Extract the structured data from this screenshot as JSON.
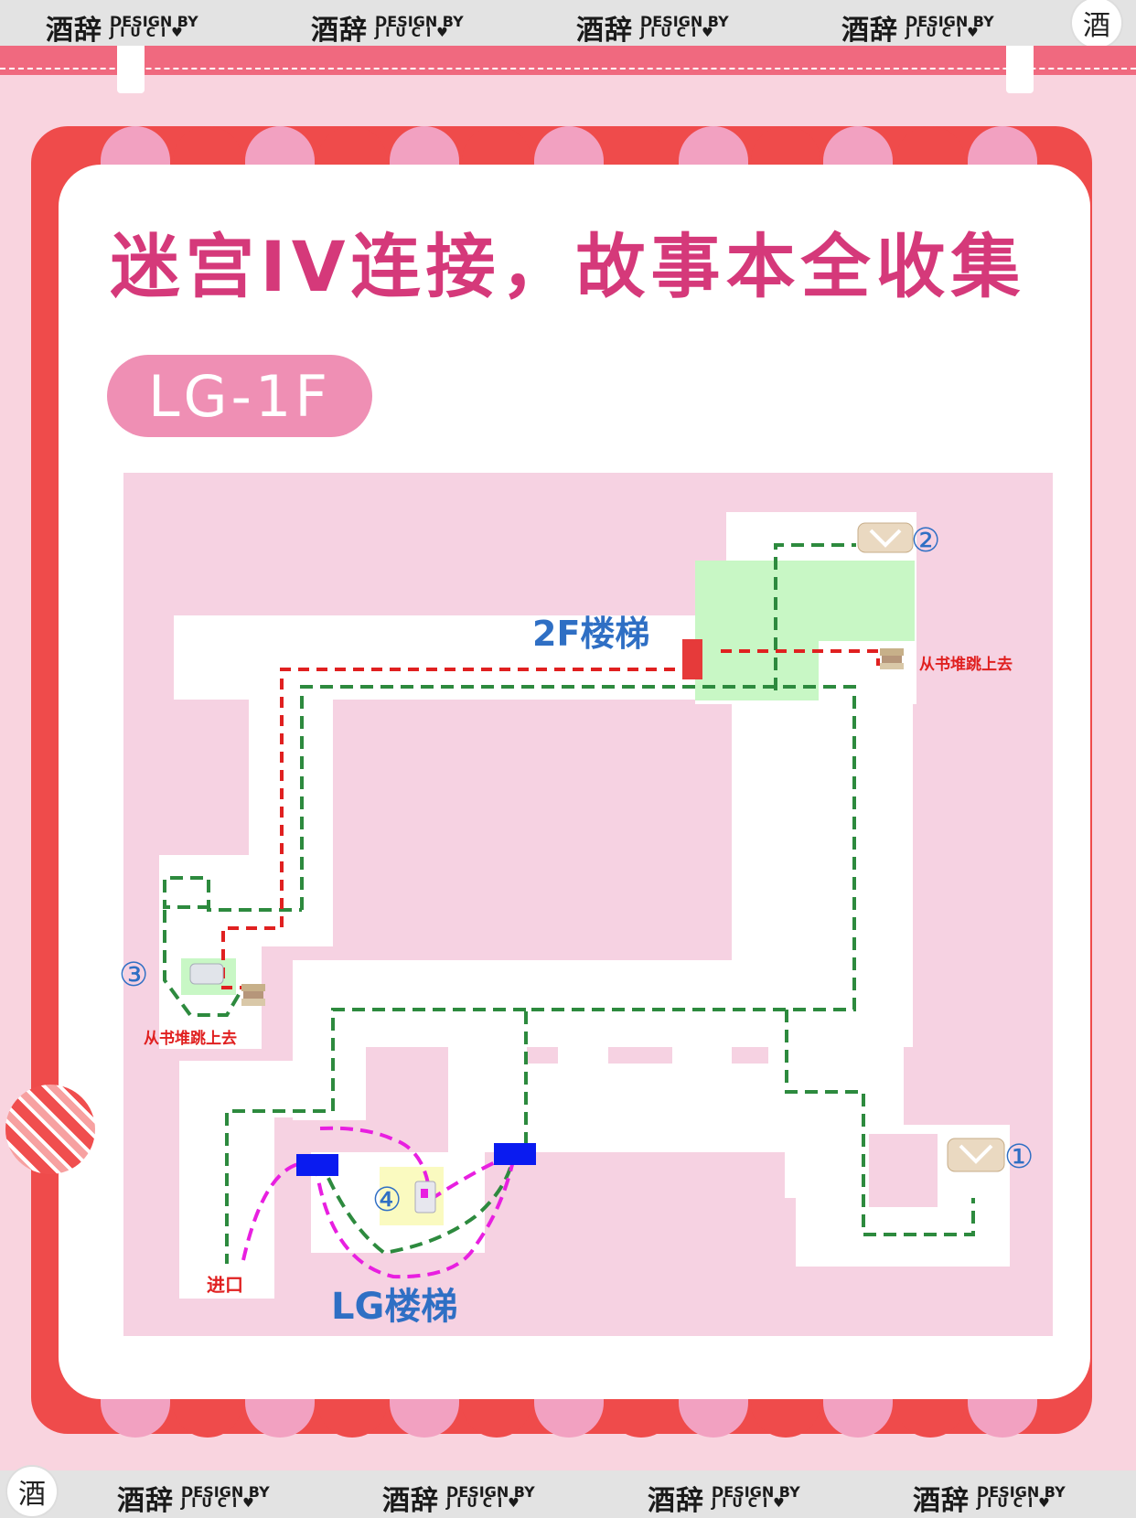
{
  "watermark": {
    "brand_cn": "酒辞",
    "brand_en_line1": "DESIGN BY",
    "brand_en_line2": "JIUCI♥",
    "seal": "酒"
  },
  "title": "迷宫IV连接，故事本全收集",
  "floor_label": "LG-1F",
  "map": {
    "labels": {
      "stairs_2f": "2F楼梯",
      "stairs_lg": "LG楼梯",
      "entrance": "进口",
      "jump_note_right": "从书堆跳上去",
      "jump_note_left": "从书堆跳上去"
    },
    "markers": [
      "①",
      "②",
      "③",
      "④"
    ]
  },
  "colors": {
    "frame_red": "#ef4b4b",
    "scallop_pink": "#f2a1c1",
    "title_pink": "#d5397a",
    "pill_pink": "#ef8fb4",
    "map_bg": "#f6d2e2",
    "path_green": "#2d8a3e",
    "path_red": "#e02020",
    "path_magenta": "#e81fe0",
    "stairs_blue": "#0a1bf0",
    "label_blue": "#2f6fc4",
    "highlight_green": "#c8f7c5",
    "highlight_yellow": "#fafac0"
  }
}
